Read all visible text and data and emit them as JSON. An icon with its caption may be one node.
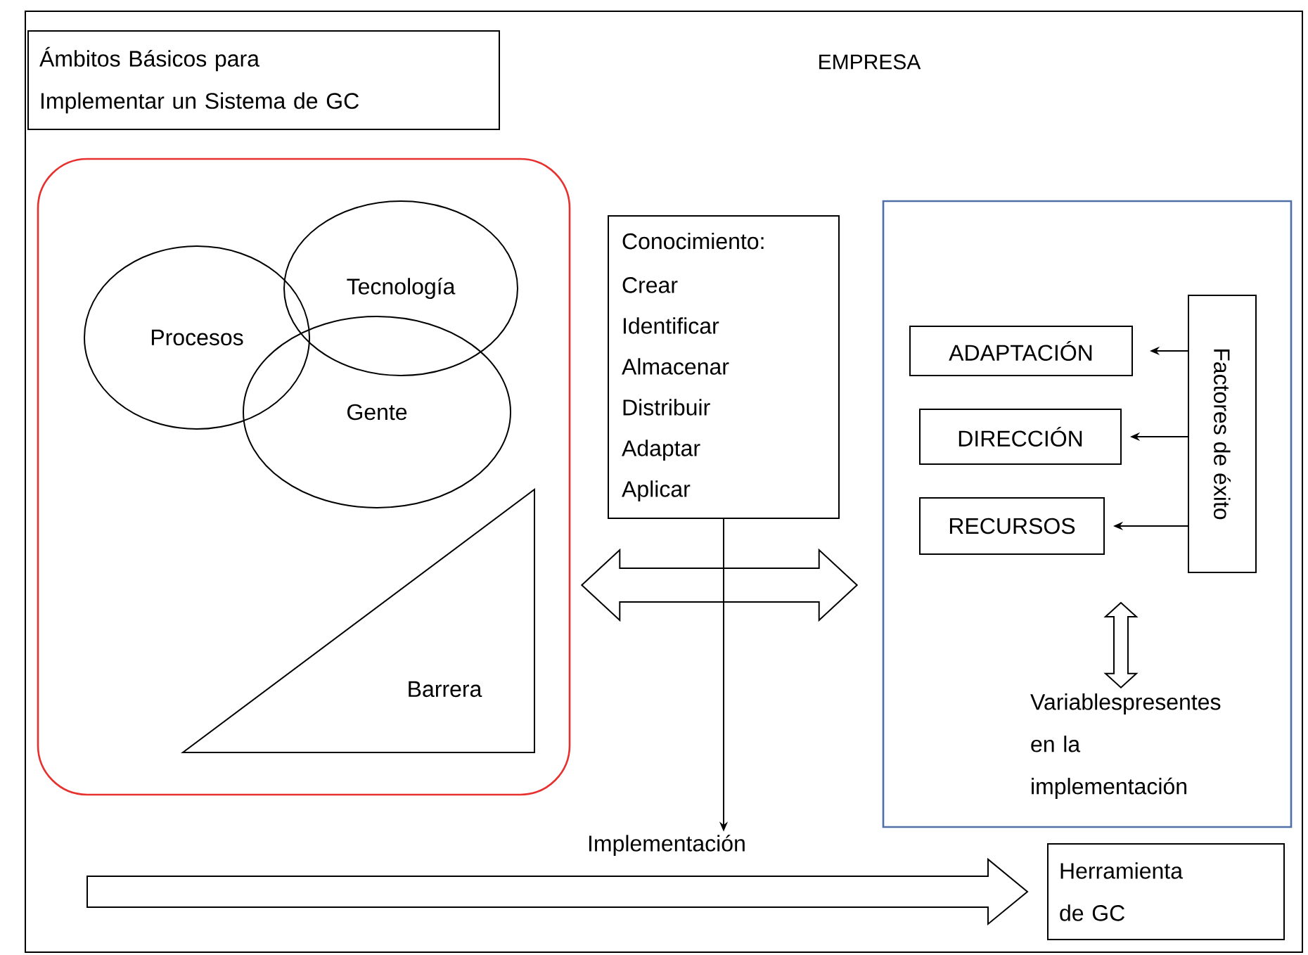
{
  "diagram": {
    "nodes": [
      {
        "text": [
          "EMPRESA"
        ]
      },
      {
        "text": [
          "Ámbitos Básicos para Implementar un Sistema de GC"
        ],
        "in": 0
      },
      {
        "text": [],
        "shape": "box",
        "in": 0
      },
      {
        "text": [
          "Procesos"
        ],
        "in": 2
      },
      {
        "text": [
          "Tecnología"
        ],
        "in": 2
      },
      {
        "text": [
          "Gente"
        ],
        "in": 2
      },
      {
        "text": [
          "Barrera"
        ],
        "in": 2
      },
      {
        "text": [
          "Conocimiento:",
          "Crear Identificar Almacenar Distribuir Adaptar Aplicar"
        ],
        "in": 0
      },
      {
        "text": [],
        "shape": "box",
        "in": 0
      },
      {
        "text": [
          "ADAPTACIÓN"
        ],
        "in": 8
      },
      {
        "text": [
          "DIRECCIÓN"
        ],
        "in": 8
      },
      {
        "text": [
          "RECURSOS"
        ],
        "in": 8
      },
      {
        "text": [
          "Factores de éxito"
        ],
        "in": 8
      },
      {
        "text": [
          "Variablespresentes en la implementación"
        ],
        "in": 8
      },
      {
        "text": [
          "Herramienta de GC"
        ],
        "in": 0
      },
      {
        "text": [
          "Implementación"
        ],
        "in": 0
      }
    ],
    "edges": [
      {
        "from": 2,
        "to": 8,
        "arrow": "both",
        "style": "thick"
      },
      {
        "from": 7,
        "to": 15,
        "arrow": "to"
      },
      {
        "from": null,
        "to": 14,
        "arrow": "to",
        "style": "thick"
      },
      {
        "from": 12,
        "to": 9,
        "arrow": "to"
      },
      {
        "from": 12,
        "to": 10,
        "arrow": "to"
      },
      {
        "from": 12,
        "to": 11,
        "arrow": "to"
      },
      {
        "from": 12,
        "to": 13,
        "arrow": "both",
        "style": "thick"
      }
    ]
  }
}
